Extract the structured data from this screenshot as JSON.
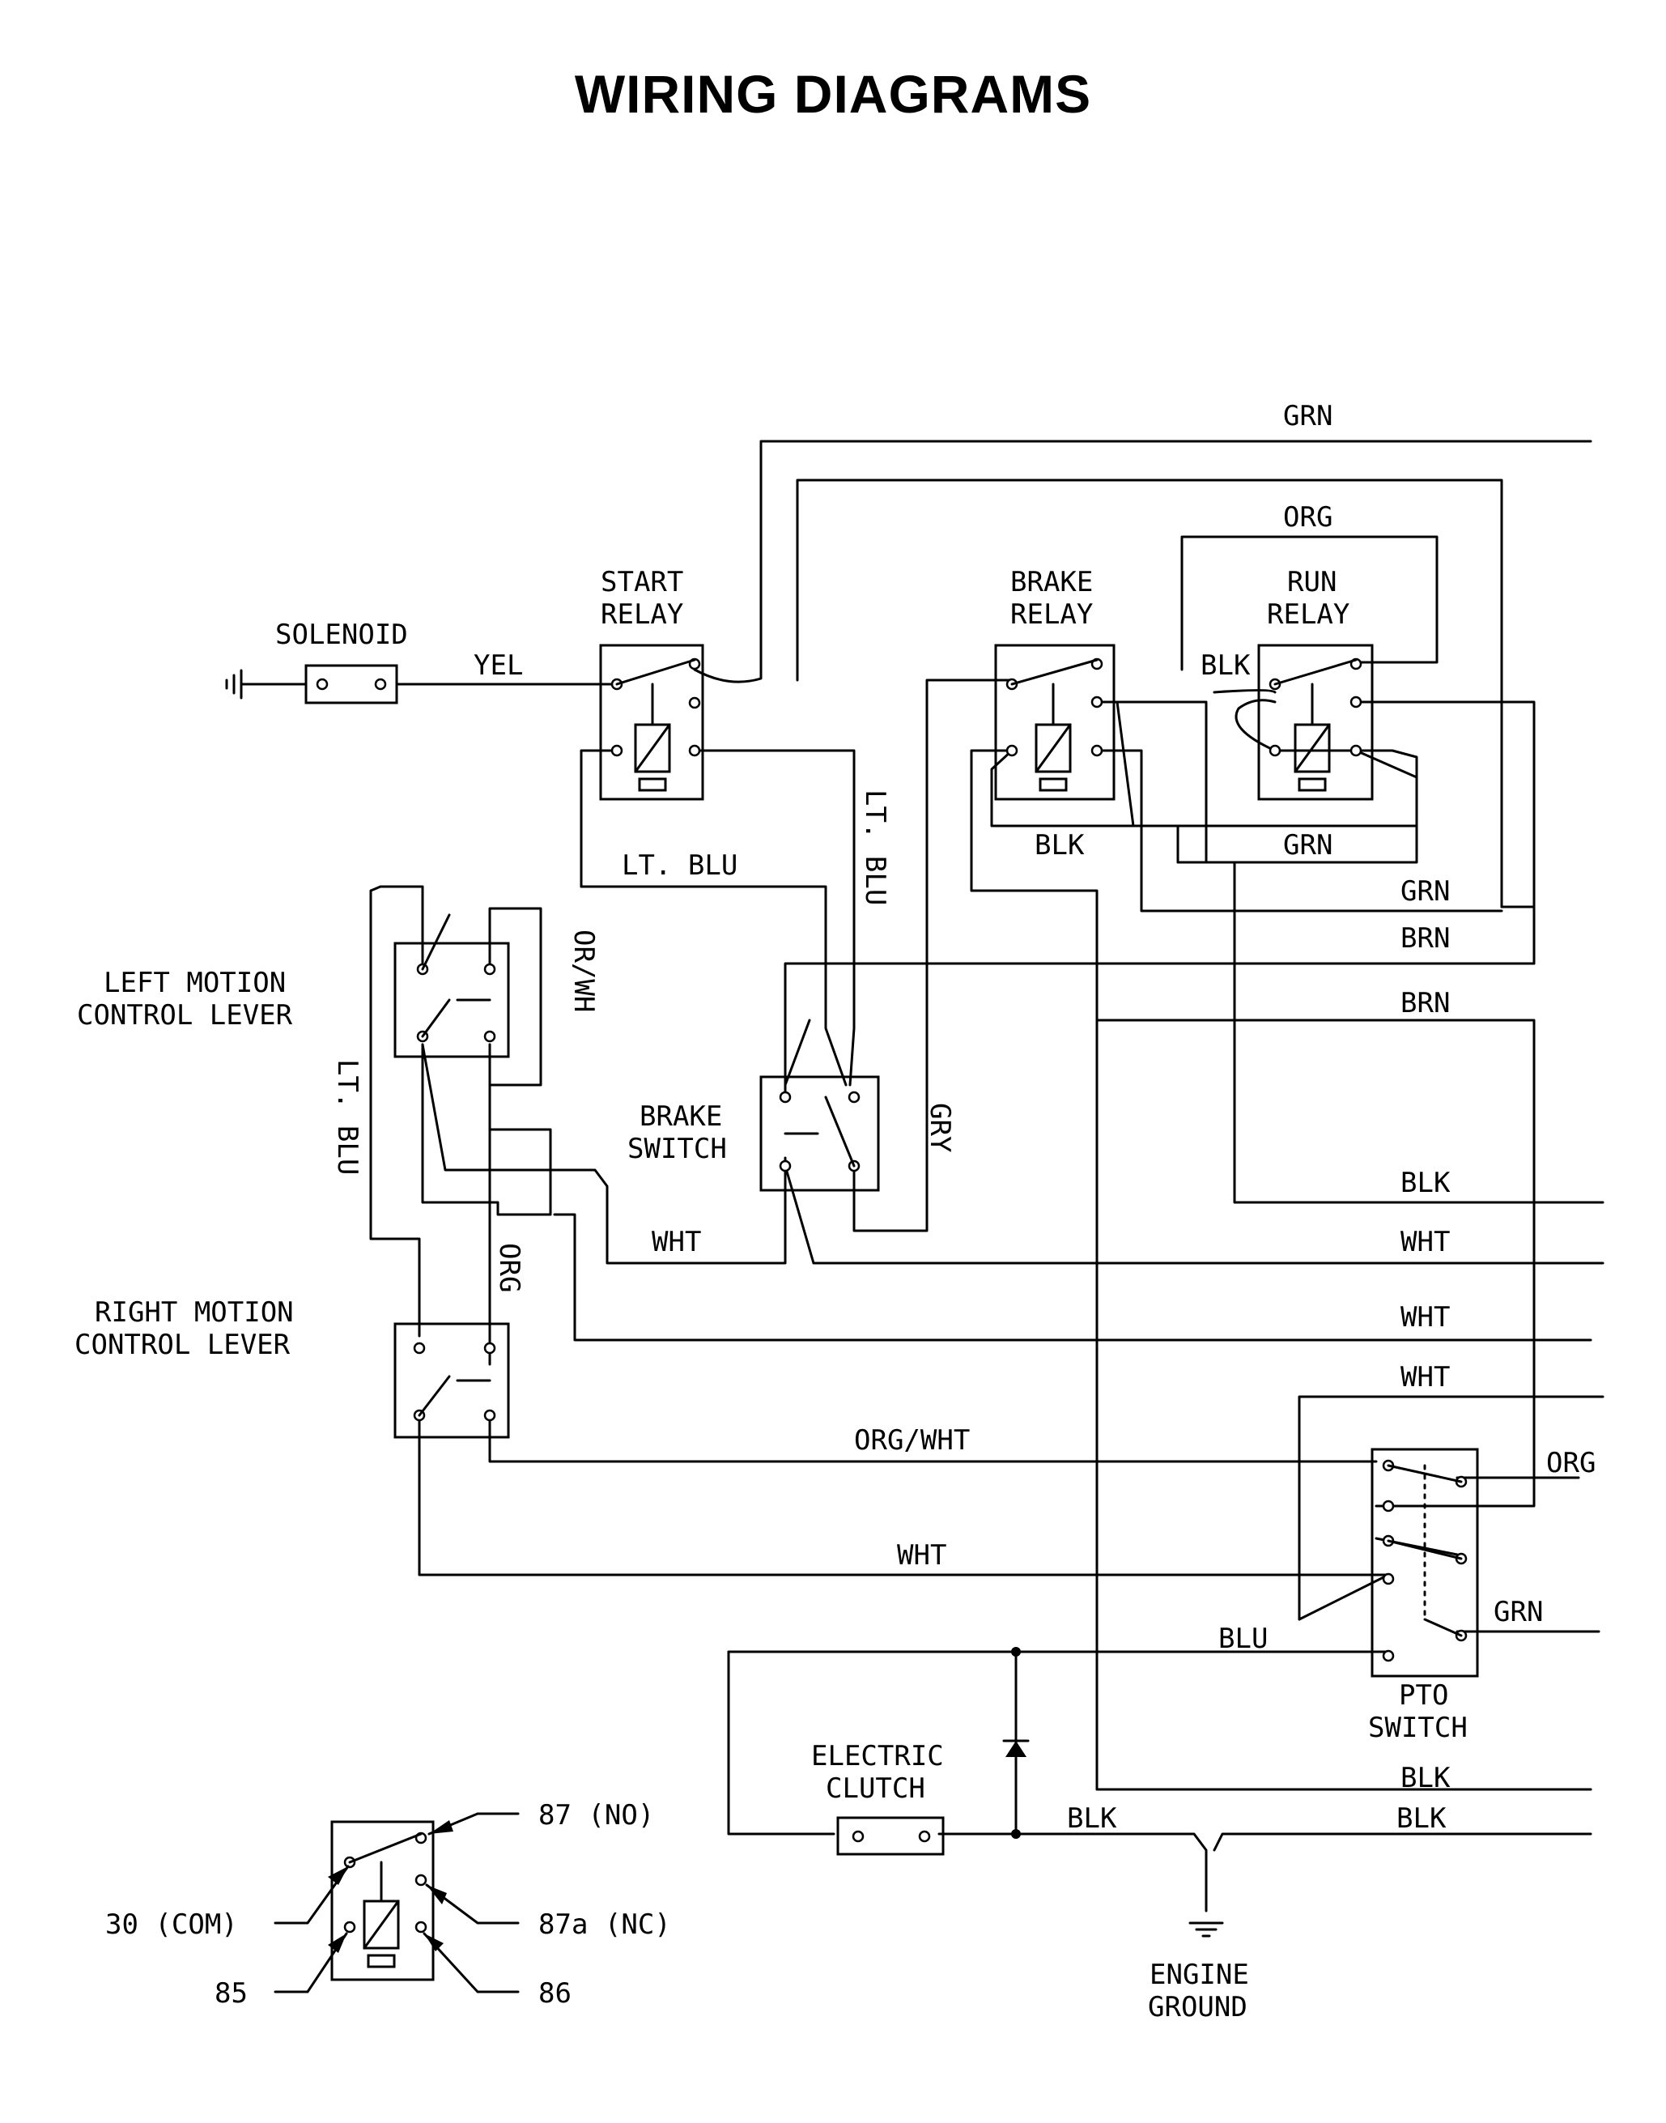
{
  "title": "WIRING DIAGRAMS",
  "components": {
    "solenoid": "SOLENOID",
    "start_relay": [
      "START",
      "RELAY"
    ],
    "brake_relay": [
      "BRAKE",
      "RELAY"
    ],
    "run_relay": [
      "RUN",
      "RELAY"
    ],
    "left_lever": [
      "LEFT MOTION",
      "CONTROL LEVER"
    ],
    "right_lever": [
      "RIGHT MOTION",
      "CONTROL LEVER"
    ],
    "brake_switch": [
      "BRAKE",
      "SWITCH"
    ],
    "pto_switch": [
      "PTO",
      "SWITCH"
    ],
    "electric_clutch": [
      "ELECTRIC",
      "CLUTCH"
    ],
    "engine_ground": [
      "ENGINE",
      "GROUND"
    ]
  },
  "wire_labels": {
    "grn_top": "GRN",
    "org_top": "ORG",
    "yel": "YEL",
    "blk_run": "BLK",
    "blk_relays": "BLK",
    "grn_relays": "GRN",
    "grn_right": "GRN",
    "brn_1": "BRN",
    "brn_2": "BRN",
    "lt_blu_h": "LT. BLU",
    "lt_blu_v1": "LT. BLU",
    "lt_blu_v2": "LT. BLU",
    "or_wh": "OR/WH",
    "gry": "GRY",
    "wht_brake": "WHT",
    "blk_right": "BLK",
    "wht_1": "WHT",
    "wht_2": "WHT",
    "wht_3": "WHT",
    "org_v": "ORG",
    "org_wht": "ORG/WHT",
    "org_pto": "ORG",
    "wht_bottom": "WHT",
    "grn_pto": "GRN",
    "blu": "BLU",
    "blk_b1": "BLK",
    "blk_b2": "BLK",
    "blk_clutch": "BLK"
  },
  "legend": {
    "no": "87 (NO)",
    "com": "30 (COM)",
    "nc": "87a (NC)",
    "t85": "85",
    "t86": "86"
  }
}
